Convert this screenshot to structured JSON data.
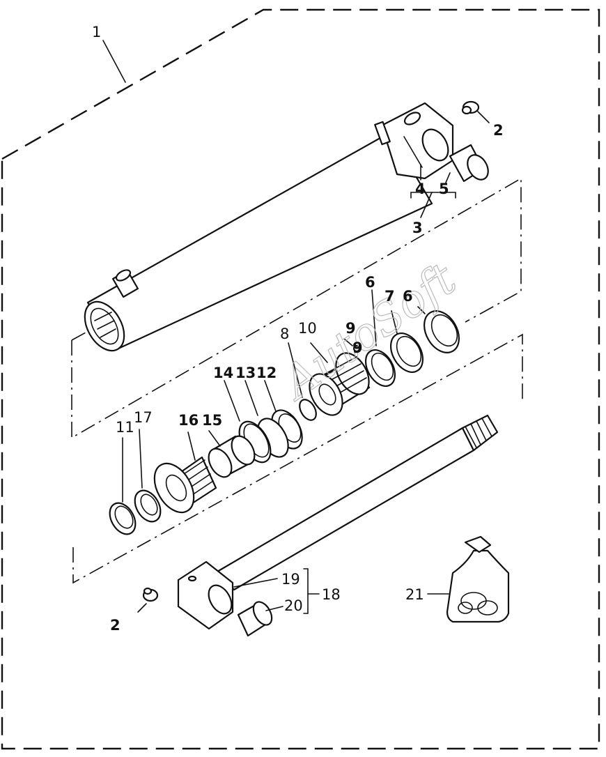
{
  "watermark": "AutoSoft",
  "labels": {
    "l1": "1",
    "l2a": "2",
    "l2b": "2",
    "l3": "3",
    "l4": "4",
    "l5": "5",
    "l6a": "6",
    "l6b": "6",
    "l7": "7",
    "l8": "8",
    "l9a": "9",
    "l9b": "9",
    "l10": "10",
    "l11": "11",
    "l12": "12",
    "l13": "13",
    "l14": "14",
    "l15": "15",
    "l16": "16",
    "l17": "17",
    "l18": "18",
    "l19": "19",
    "l20": "20",
    "l21": "21"
  }
}
